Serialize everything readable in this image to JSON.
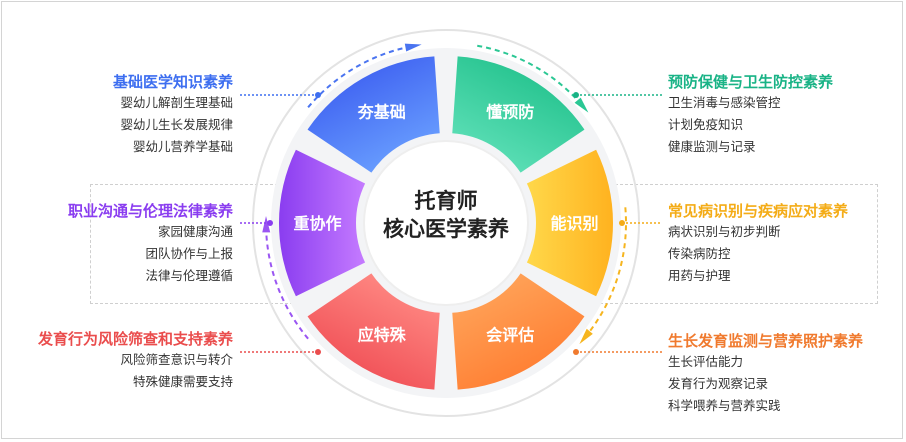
{
  "center": {
    "line1": "托育师",
    "line2": "核心医学素养"
  },
  "segments": [
    {
      "label": "夯基础",
      "color_a": "#6aa0ff",
      "color_b": "#3b5cf0"
    },
    {
      "label": "懂预防",
      "color_a": "#5fe0b8",
      "color_b": "#1fc08a"
    },
    {
      "label": "能识别",
      "color_a": "#ffd84a",
      "color_b": "#ffb21f"
    },
    {
      "label": "会评估",
      "color_a": "#ffa45a",
      "color_b": "#ff7a2e"
    },
    {
      "label": "应特殊",
      "color_a": "#ff8a84",
      "color_b": "#ef4a52"
    },
    {
      "label": "重协作",
      "color_a": "#c57bff",
      "color_b": "#8a3df0"
    }
  ],
  "blocks": {
    "top_left": {
      "title": "基础医学知识素养",
      "color": "#3d6ef0",
      "items": [
        "婴幼儿解剖生理基础",
        "婴幼儿生长发展规律",
        "婴幼儿营养学基础"
      ]
    },
    "mid_left": {
      "title": "职业沟通与伦理法律素养",
      "color": "#8a3df0",
      "items": [
        "家园健康沟通",
        "团队协作与上报",
        "法律与伦理遵循"
      ]
    },
    "bot_left": {
      "title": "发育行为风险筛查和支持素养",
      "color": "#ea4d4d",
      "items": [
        "风险筛查意识与转介",
        "特殊健康需要支持"
      ]
    },
    "top_right": {
      "title": "预防保健与卫生防控素养",
      "color": "#19b386",
      "items": [
        "卫生消毒与感染管控",
        "计划免疫知识",
        "健康监测与记录"
      ]
    },
    "mid_right": {
      "title": "常见病识别与疾病应对素养",
      "color": "#f4ac17",
      "items": [
        "病状识别与初步判断",
        "传染病防控",
        "用药与护理"
      ]
    },
    "bot_right": {
      "title": "生长发育监测与营养照护素养",
      "color": "#f07a2e",
      "items": [
        "生长评估能力",
        "发育行为观察记录",
        "科学喂养与营养实践"
      ]
    }
  }
}
